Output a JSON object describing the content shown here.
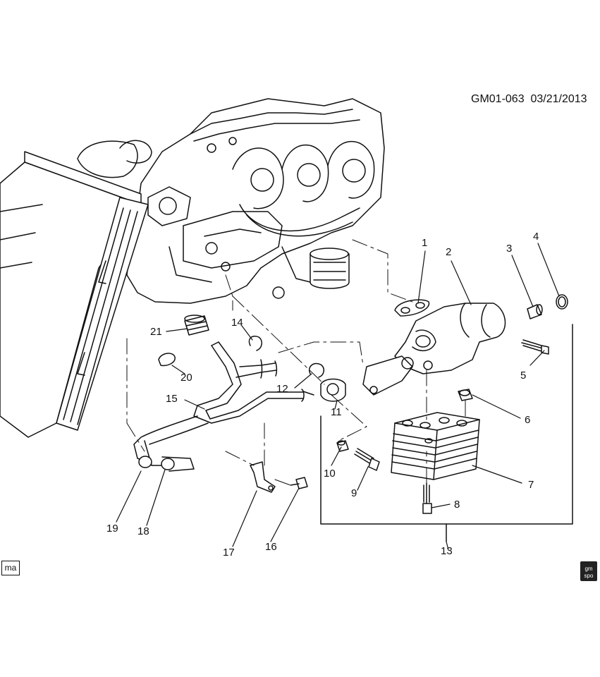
{
  "doc": {
    "id": "GM01-063",
    "date": "03/21/2013"
  },
  "badge": {
    "text": "ma"
  },
  "logo": {
    "top": "gm",
    "bottom": "spo"
  },
  "callouts": [
    "1",
    "2",
    "3",
    "4",
    "5",
    "6",
    "7",
    "8",
    "9",
    "10",
    "11",
    "12",
    "13",
    "14",
    "15",
    "16",
    "17",
    "18",
    "19",
    "20",
    "21"
  ],
  "colors": {
    "line": "#111111",
    "background": "#ffffff"
  }
}
